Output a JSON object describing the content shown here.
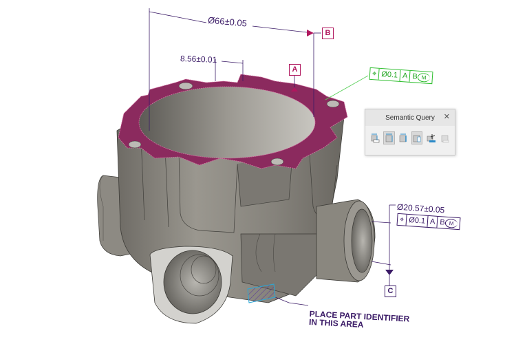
{
  "dimensions": {
    "outer_diameter": "Ø66±0.05",
    "slot_width": "8.56±0.01",
    "port_diameter": "Ø20.57±0.05"
  },
  "datums": {
    "a": "A",
    "b": "B",
    "c": "C"
  },
  "feature_control_frames": [
    {
      "symbol": "⌖",
      "symbol_name": "position",
      "tolerance": "Ø0.1",
      "datum_primary": "A",
      "datum_secondary": "B",
      "modifier": "M",
      "color": "#19a319"
    },
    {
      "symbol": "⌖",
      "symbol_name": "position",
      "tolerance": "Ø0.1",
      "datum_primary": "A",
      "datum_secondary": "B",
      "modifier": "M",
      "color": "#3a1a66"
    }
  ],
  "semantic_query_panel": {
    "title": "Semantic Query",
    "close_icon": "close-icon",
    "tools": [
      {
        "name": "query-dimension-tool",
        "active": false
      },
      {
        "name": "query-face-tool",
        "active": true
      },
      {
        "name": "query-feature-tool",
        "active": false
      },
      {
        "name": "query-annotation-tool",
        "active": true
      },
      {
        "name": "query-gdt-tool",
        "active": false
      },
      {
        "name": "query-clear-tool",
        "active": false
      }
    ]
  },
  "note": {
    "line1": "PLACE PART IDENTIFIER",
    "line2": "IN THIS AREA"
  },
  "colors": {
    "annotation": "#3a1a66",
    "datum": "#b0175e",
    "selected_face": "#8b2a5e",
    "gdt_highlight": "#19a319",
    "part_body": "#8a877f",
    "identifier_box": "#2aa8d8"
  }
}
